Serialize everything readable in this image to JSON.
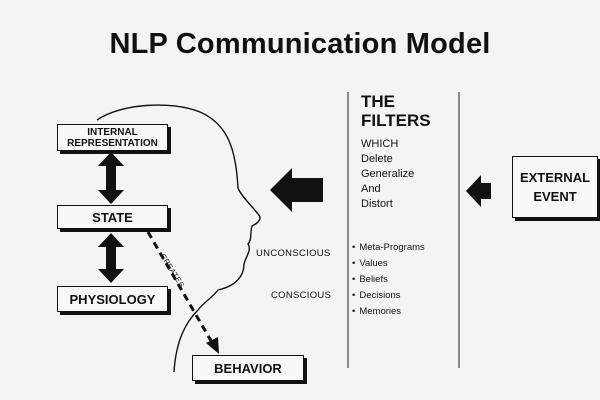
{
  "title": "NLP Communication Model",
  "boxes": {
    "internal_line1": "INTERNAL",
    "internal_line2": "REPRESENTATION",
    "state": "STATE",
    "physiology": "PHYSIOLOGY",
    "behavior": "BEHAVIOR",
    "external_line1": "EXTERNAL",
    "external_line2": "EVENT"
  },
  "creates_label": "CREATES",
  "filters": {
    "title_line1": "THE",
    "title_line2": "FILTERS",
    "words": [
      "WHICH",
      "Delete",
      "Generalize",
      "And",
      "Distort"
    ]
  },
  "levels": {
    "unconscious": "UNCONSCIOUS",
    "conscious": "CONSCIOUS"
  },
  "filter_items": [
    "Meta-Programs",
    "Values",
    "Beliefs",
    "Decisions",
    "Memories"
  ]
}
